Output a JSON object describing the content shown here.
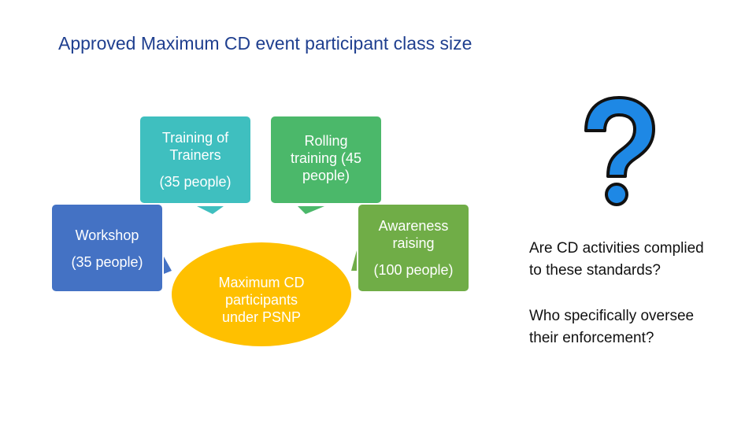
{
  "slide": {
    "title": "Approved Maximum CD event participant class size"
  },
  "diagram": {
    "center": {
      "lines": [
        "Maximum CD",
        "participants",
        "under PSNP"
      ],
      "color": "#ffc000"
    },
    "nodes": [
      {
        "id": "tot",
        "lines": [
          "Training of",
          "Trainers"
        ],
        "sub": "(35 people)",
        "color": "#3fbfbf"
      },
      {
        "id": "rolling",
        "lines": [
          "Rolling",
          "training (45",
          "people)"
        ],
        "color": "#4bb86a"
      },
      {
        "id": "workshop",
        "lines": [
          "Workshop"
        ],
        "sub": "(35 people)",
        "color": "#4472c4"
      },
      {
        "id": "awareness",
        "lines": [
          "Awareness",
          "raising"
        ],
        "sub": "(100 people)",
        "color": "#70ad47"
      }
    ]
  },
  "icon": "question-mark-icon",
  "questions": [
    {
      "lines": [
        "Are CD activities complied",
        "to these standards?"
      ]
    },
    {
      "lines": [
        "Who specifically oversee",
        "their enforcement?"
      ]
    }
  ]
}
